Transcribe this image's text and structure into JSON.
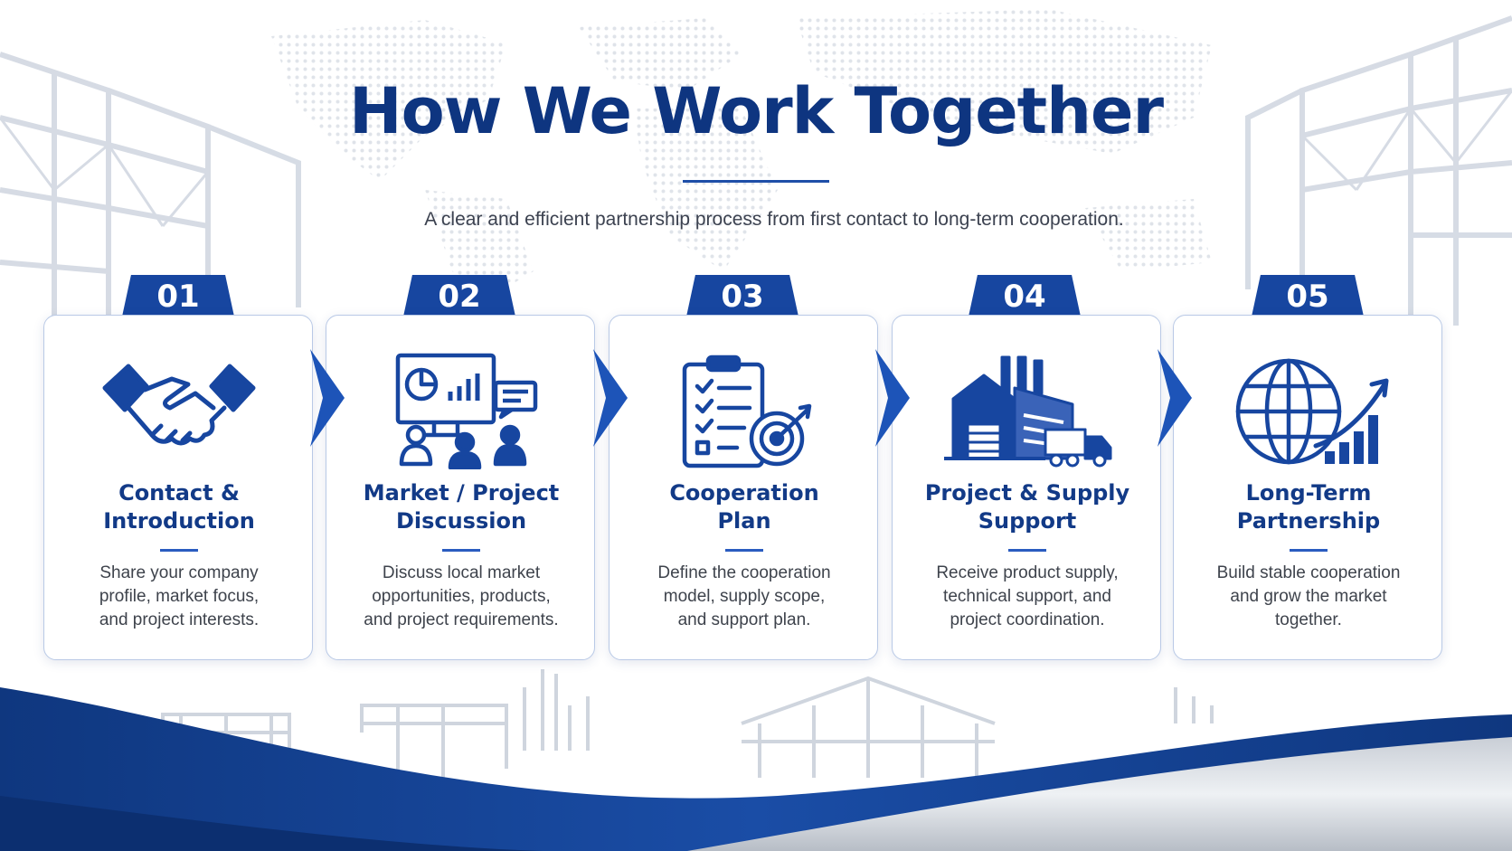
{
  "header": {
    "title": "How We Work Together",
    "subtitle": "A clear and efficient partnership process from first contact to long-term cooperation."
  },
  "steps": [
    {
      "number": "01",
      "title_line1": "Contact &",
      "title_line2": "Introduction",
      "desc_line1": "Share your company",
      "desc_line2": "profile, market focus,",
      "desc_line3": "and project interests.",
      "icon": "handshake-icon"
    },
    {
      "number": "02",
      "title_line1": "Market / Project",
      "title_line2": "Discussion",
      "desc_line1": "Discuss local market",
      "desc_line2": "opportunities, products,",
      "desc_line3": "and project requirements.",
      "icon": "presentation-icon"
    },
    {
      "number": "03",
      "title_line1": "Cooperation",
      "title_line2": "Plan",
      "desc_line1": "Define the cooperation",
      "desc_line2": "model, supply scope,",
      "desc_line3": "and support plan.",
      "icon": "checklist-target-icon"
    },
    {
      "number": "04",
      "title_line1": "Project & Supply",
      "title_line2": "Support",
      "desc_line1": "Receive product supply,",
      "desc_line2": "technical support, and",
      "desc_line3": "project coordination.",
      "icon": "factory-truck-icon"
    },
    {
      "number": "05",
      "title_line1": "Long-Term",
      "title_line2": "Partnership",
      "desc_line1": "Build stable cooperation",
      "desc_line2": "and grow the market",
      "desc_line3": "together.",
      "icon": "globe-growth-icon"
    }
  ],
  "colors": {
    "primary": "#0e3580",
    "accent": "#1746a0",
    "card_border": "#b9c9e6",
    "wave": "#123f8f"
  }
}
